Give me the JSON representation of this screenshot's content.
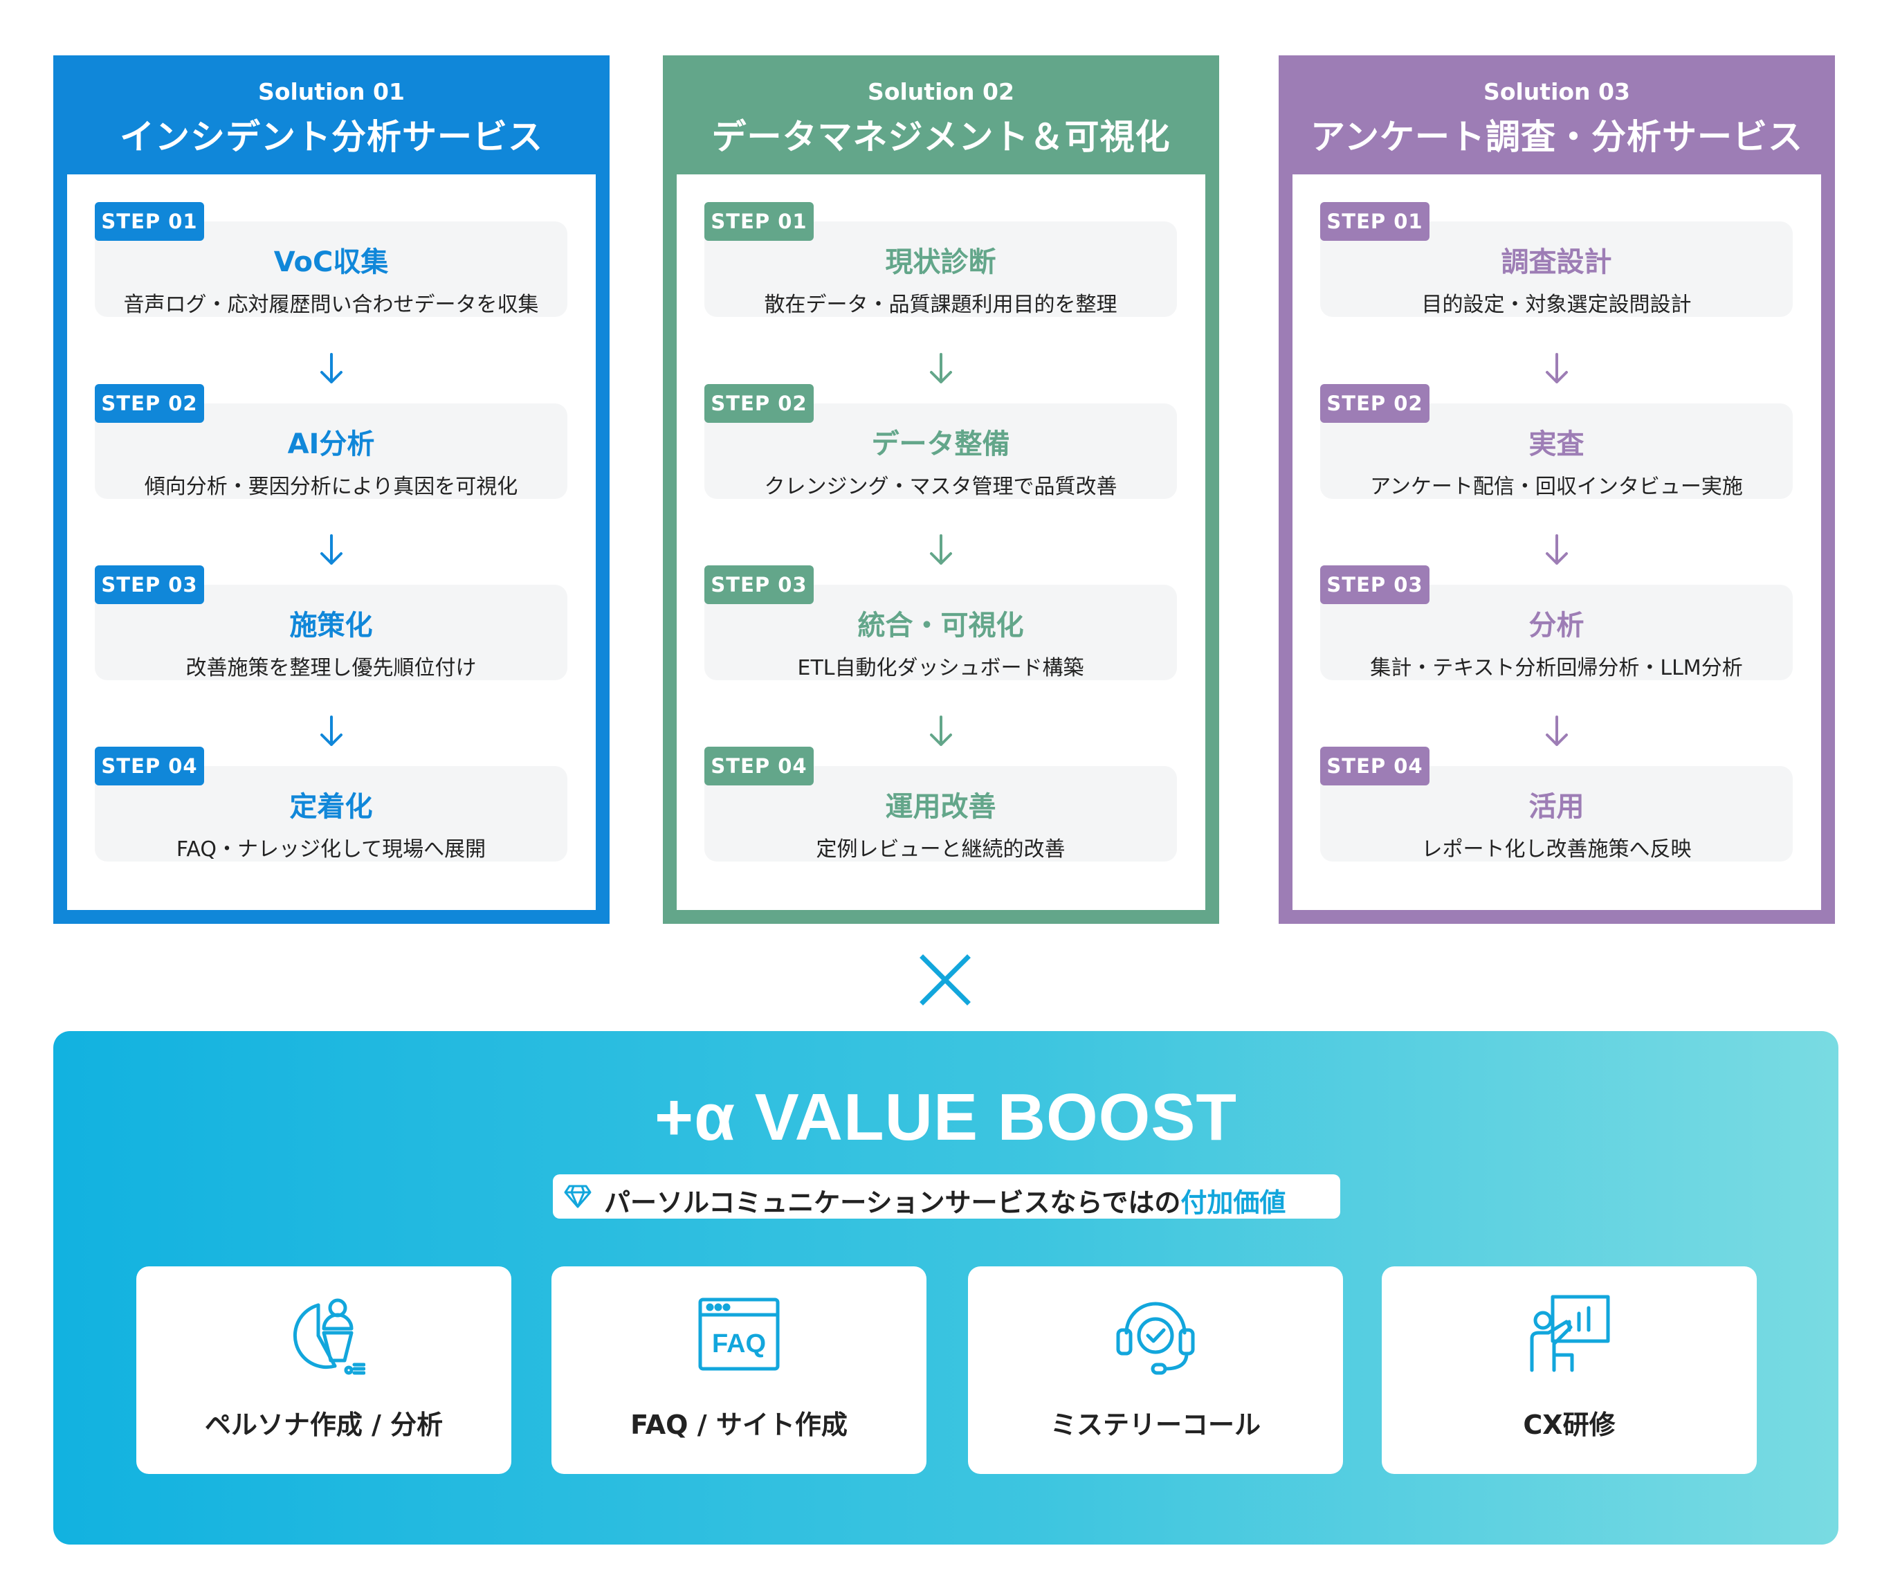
{
  "solutions": [
    {
      "label": "Solution 01",
      "title": "インシデント分析サービス",
      "color": "#1087d9",
      "steps": [
        {
          "badge": "STEP 01",
          "title": "VoC収集",
          "desc": "音声ログ・応対履歴問い合わせデータを収集"
        },
        {
          "badge": "STEP 02",
          "title": "AI分析",
          "desc": "傾向分析・要因分析により真因を可視化"
        },
        {
          "badge": "STEP 03",
          "title": "施策化",
          "desc": "改善施策を整理し優先順位付け"
        },
        {
          "badge": "STEP 04",
          "title": "定着化",
          "desc": "FAQ・ナレッジ化して現場へ展開"
        }
      ]
    },
    {
      "label": "Solution 02",
      "title": "データマネジメント＆可視化",
      "color": "#63a68a",
      "steps": [
        {
          "badge": "STEP 01",
          "title": "現状診断",
          "desc": "散在データ・品質課題利用目的を整理"
        },
        {
          "badge": "STEP 02",
          "title": "データ整備",
          "desc": "クレンジング・マスタ管理で品質改善"
        },
        {
          "badge": "STEP 03",
          "title": "統合・可視化",
          "desc": "ETL自動化ダッシュボード構築"
        },
        {
          "badge": "STEP 04",
          "title": "運用改善",
          "desc": "定例レビューと継続的改善"
        }
      ]
    },
    {
      "label": "Solution 03",
      "title": "アンケート調査・分析サービス",
      "color": "#9d7db5",
      "steps": [
        {
          "badge": "STEP 01",
          "title": "調査設計",
          "desc": "目的設定・対象選定設問設計"
        },
        {
          "badge": "STEP 02",
          "title": "実査",
          "desc": "アンケート配信・回収インタビュー実施"
        },
        {
          "badge": "STEP 03",
          "title": "分析",
          "desc": "集計・テキスト分析回帰分析・LLM分析"
        },
        {
          "badge": "STEP 04",
          "title": "活用",
          "desc": "レポート化し改善施策へ反映"
        }
      ]
    }
  ],
  "boost": {
    "title": "+α VALUE BOOST",
    "tagline_main": "パーソルコミュニケーションサービスならではの",
    "tagline_highlight": "付加価値",
    "features": [
      {
        "label": "ペルソナ作成 / 分析",
        "icon": "persona-chart-icon"
      },
      {
        "label": "FAQ / サイト作成",
        "icon": "faq-window-icon"
      },
      {
        "label": "ミステリーコール",
        "icon": "headset-check-icon"
      },
      {
        "label": "CX研修",
        "icon": "presentation-board-icon"
      }
    ]
  }
}
